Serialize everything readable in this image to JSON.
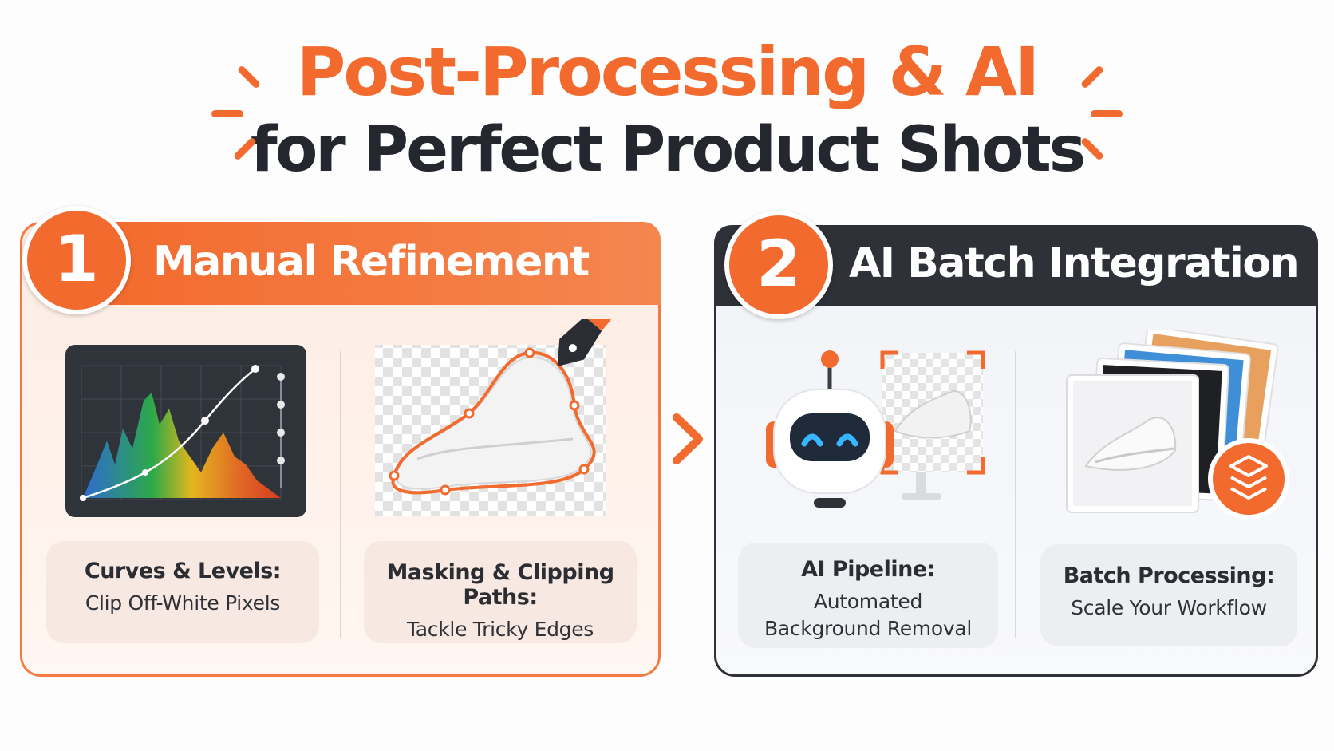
{
  "title": {
    "line1": "Post-Processing & AI",
    "line2": "for Perfect Product Shots"
  },
  "colors": {
    "accent": "#f26a2e",
    "dark": "#2e3137",
    "card_warm": "#f7e9e1",
    "card_cool": "#eceef2"
  },
  "sections": [
    {
      "number": "1",
      "heading": "Manual Refinement",
      "items": [
        {
          "title": "Curves & Levels:",
          "subtitle": "Clip Off-White Pixels",
          "icon": "curves-histogram-icon"
        },
        {
          "title": "Masking & Clipping Paths:",
          "subtitle": "Tackle Tricky Edges",
          "icon": "pen-tool-mask-icon"
        }
      ]
    },
    {
      "number": "2",
      "heading": "AI Batch Integration",
      "items": [
        {
          "title": "AI Pipeline:",
          "subtitle": "Automated Background Removal",
          "icon": "robot-icon"
        },
        {
          "title": "Batch Processing:",
          "subtitle": "Scale Your Workflow",
          "icon": "layers-stack-icon"
        }
      ]
    }
  ]
}
